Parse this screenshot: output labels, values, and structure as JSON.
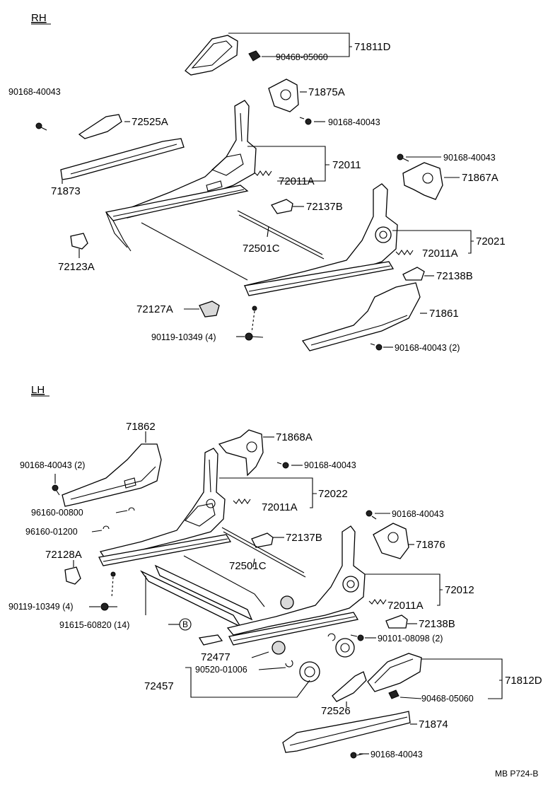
{
  "sections": {
    "rh": "RH",
    "lh": "LH"
  },
  "footer": "MB  P724-B",
  "callout_marker": "B",
  "labels": {
    "rh_71811D": "71811D",
    "rh_90468_05060": "90468-05060",
    "rh_71875A": "71875A",
    "rh_90168_40043_a": "90168-40043",
    "rh_90168_40043_b": "90168-40043",
    "rh_72525A": "72525A",
    "rh_71873": "71873",
    "rh_72011": "72011",
    "rh_72011A_a": "72011A",
    "rh_90168_40043_c": "90168-40043",
    "rh_71867A": "71867A",
    "rh_72137B": "72137B",
    "rh_72021": "72021",
    "rh_72501C": "72501C",
    "rh_72011A_b": "72011A",
    "rh_72123A": "72123A",
    "rh_72138B": "72138B",
    "rh_71861": "71861",
    "rh_72127A": "72127A",
    "rh_90119_10349": "90119-10349 (4)",
    "rh_90168_40043_2": "90168-40043 (2)",
    "lh_71862": "71862",
    "lh_71868A": "71868A",
    "lh_90168_40043_2": "90168-40043 (2)",
    "lh_90168_40043_a": "90168-40043",
    "lh_72022": "72022",
    "lh_72011A_a": "72011A",
    "lh_96160_00800": "96160-00800",
    "lh_90168_40043_b": "90168-40043",
    "lh_96160_01200": "96160-01200",
    "lh_72137B": "72137B",
    "lh_71876": "71876",
    "lh_72128A": "72128A",
    "lh_72501C": "72501C",
    "lh_72012": "72012",
    "lh_90119_10349": "90119-10349 (4)",
    "lh_72011A_b": "72011A",
    "lh_91615_60820": "91615-60820 (14)",
    "lh_72138B": "72138B",
    "lh_90101_08098": "90101-08098 (2)",
    "lh_72477": "72477",
    "lh_90520_01006": "90520-01006",
    "lh_72457": "72457",
    "lh_71812D": "71812D",
    "lh_90468_05060": "90468-05060",
    "lh_72526": "72526",
    "lh_71874": "71874",
    "lh_90168_40043_c": "90168-40043"
  }
}
